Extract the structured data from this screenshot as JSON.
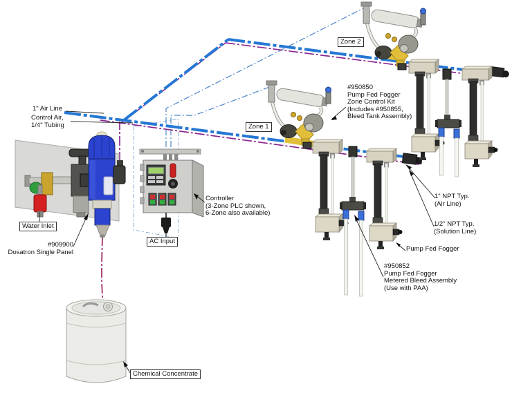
{
  "labels": {
    "air_line": "1\" Air Line",
    "control_air": "Control Air,\n1/4\" Tubing",
    "water_inlet": "Water Inlet",
    "dosatron_panel": "#909900\nDosatron Single Panel",
    "ac_input": "AC Input",
    "controller": "Controller\n(3-Zone PLC shown,\n6-Zone also available)",
    "zone_1": "Zone 1",
    "zone_2": "Zone 2",
    "zone_control_kit": "#950850\nPump Fed Fogger\nZone Control Kit\n(Includes #950855,\nBleed Tank Assembly)",
    "npt_air": "1\" NPT Typ.\n(Air Line)",
    "npt_solution": "1/2\" NPT Typ.\n(Solution Line)",
    "pump_fed_fogger": "Pump Fed Fogger",
    "metered_bleed": "#950852\nPump Fed Fogger\nMetered Bleed Assembly\n(Use with PAA)",
    "chemical_concentrate": "Chemical Concentrate"
  },
  "line_colors": {
    "air_line": "#2577d4",
    "solution_line": "#8b2790",
    "control_tubing": "#4a86c8",
    "chemical_suction": "#9b2260",
    "pump_blue": "#2b43cf",
    "kit_yellow": "#e2bf3a"
  }
}
